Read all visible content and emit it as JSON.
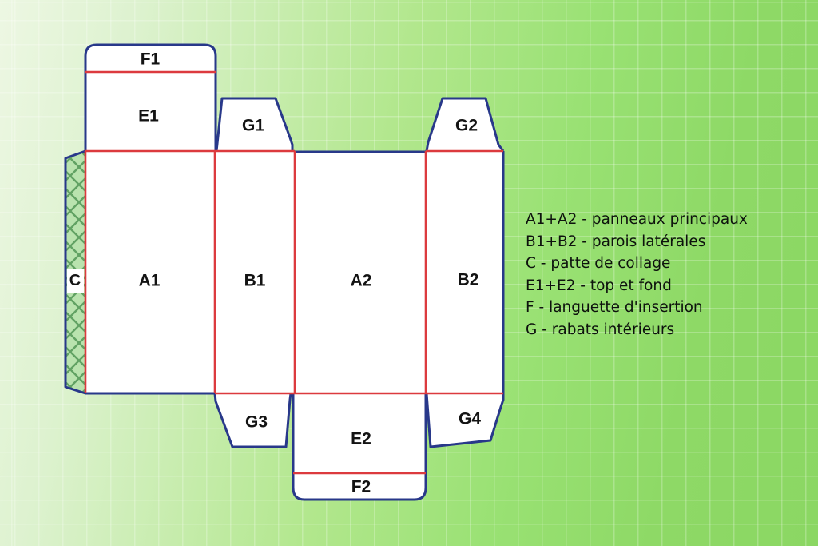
{
  "diagram": {
    "panels": {
      "F1": "F1",
      "E1": "E1",
      "G1": "G1",
      "G2": "G2",
      "C": "C",
      "A1": "A1",
      "B1": "B1",
      "A2": "A2",
      "B2": "B2",
      "G3": "G3",
      "E2": "E2",
      "F2": "F2",
      "G4": "G4"
    }
  },
  "legend": {
    "items": [
      "A1+A2 - panneaux principaux",
      "B1+B2 - parois latérales",
      "C - patte de collage",
      "E1+E2 - top et fond",
      "F - languette d'insertion",
      "G - rabats intérieurs"
    ]
  },
  "colors": {
    "cut_line_blue": "#28388a",
    "fold_line_red": "#dc3a3e",
    "panel_fill": "#ffffff",
    "glue_hatch_background": "#b9e3ae",
    "glue_hatch_line": "#61a263",
    "background_light_green": "#edf7e3",
    "background_green": "#8ed966",
    "grid_line": "rgba(255,255,255,0.24)",
    "label_text": "#131313"
  }
}
